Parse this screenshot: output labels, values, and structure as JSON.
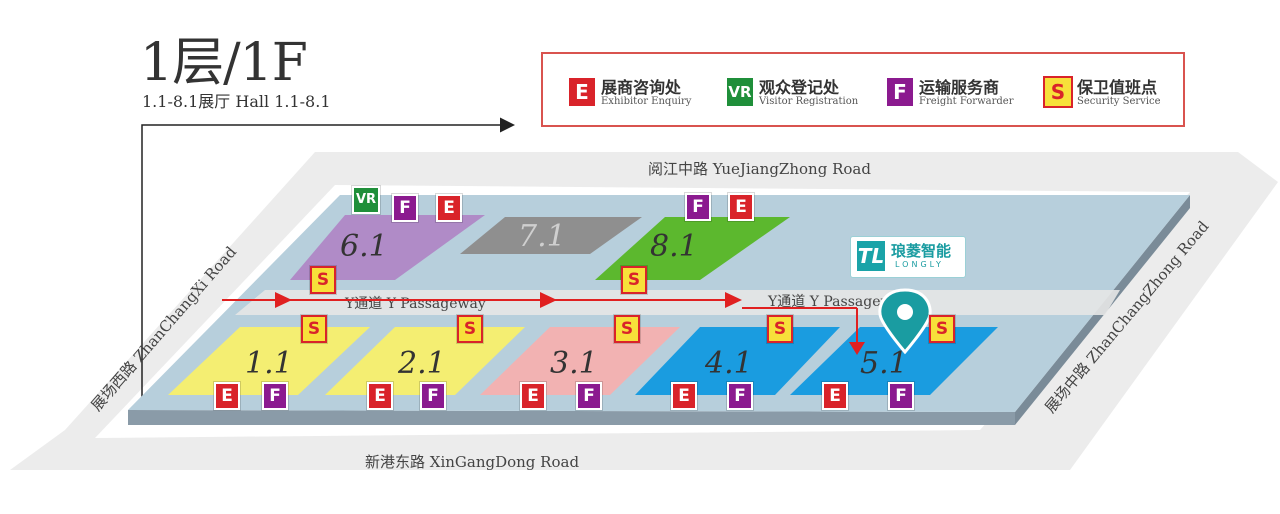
{
  "header": {
    "title": "1层/1F",
    "subtitle": "1.1-8.1展厅  Hall 1.1-8.1"
  },
  "legend": [
    {
      "code": "E",
      "zh": "展商咨询处",
      "en": "Exhibitor Enquiry",
      "color": "#d9232a"
    },
    {
      "code": "VR",
      "zh": "观众登记处",
      "en": "Visitor Registration",
      "color": "#1f8f3a"
    },
    {
      "code": "F",
      "zh": "运输服务商",
      "en": "Freight Forwarder",
      "color": "#8b1a8f"
    },
    {
      "code": "S",
      "zh": "保卫值班点",
      "en": "Security Service",
      "color": "#f7e03a"
    }
  ],
  "roads": {
    "north": "阅江中路 YueJiangZhong Road",
    "south": "新港东路 XinGangDong Road",
    "west": "展场西路 ZhanChangXi Road",
    "east": "展场中路 ZhanChangZhong Road"
  },
  "passageway": {
    "label_1": "Y通道  Y Passageway",
    "label_2": "Y通道  Y Passageway"
  },
  "halls": [
    {
      "id": "6.1",
      "color": "#b08bc7"
    },
    {
      "id": "7.1",
      "color": "#8f8f8f"
    },
    {
      "id": "8.1",
      "color": "#5cb82e"
    },
    {
      "id": "1.1",
      "color": "#f4ee72"
    },
    {
      "id": "2.1",
      "color": "#f4ee72"
    },
    {
      "id": "3.1",
      "color": "#f2b2b2"
    },
    {
      "id": "4.1",
      "color": "#1a9ce0"
    },
    {
      "id": "5.1",
      "color": "#1a9ce0"
    }
  ],
  "badges": {
    "E": "E",
    "F": "F",
    "S": "S",
    "VR": "VR"
  },
  "logo": {
    "mark": "TL",
    "zh": "琅菱智能",
    "en": "LONGLY",
    "color": "#1aa3a8"
  },
  "location_pin": {
    "color": "#1a9ca1",
    "hall": "5.1"
  }
}
